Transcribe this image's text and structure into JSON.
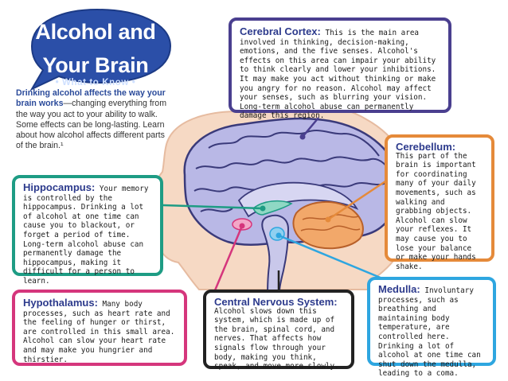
{
  "header": {
    "title_line1": "Alcohol and",
    "title_line2": "Your Brain",
    "subtitle": "• What to Know •"
  },
  "intro": {
    "lead": "Drinking alcohol affects the way your brain works",
    "rest": "—changing everything from the way you act to your ability to walk. Some effects can be long-lasting. Learn about how alcohol affects different parts of the brain.¹"
  },
  "regions": {
    "cortex": {
      "heading": "Cerebral Cortex:",
      "text": "This is the main area involved in thinking, decision-making, emotions, and the five senses. Alcohol's effects on this area can impair your ability to think clearly and lower your inhibitions. It may make you act without thinking or make you angry for no reason. Alcohol may affect your senses, such as blurring your vision. Long-term alcohol abuse can permanently damage this region.",
      "color": "#4a3f8f"
    },
    "cerebellum": {
      "heading": "Cerebellum:",
      "text": "This part of the brain is important for coordinating many of your daily movements, such as walking and grabbing objects. Alcohol can slow your reflexes. It may cause you to lose your balance or make your hands shake.",
      "color": "#e58a3a"
    },
    "hippocampus": {
      "heading": "Hippocampus:",
      "text": "Your memory is controlled by the hippocampus. Drinking a lot of alcohol at one time can cause you to blackout, or forget a period of time. Long-term alcohol abuse can permanently damage the hippocampus, making it difficult for a person to learn.",
      "color": "#1e9c84"
    },
    "hypothalamus": {
      "heading": "Hypothalamus:",
      "text": "Many body processes, such as heart rate and the feeling of hunger or thirst, are controlled in this small area. Alcohol can slow your heart rate and may make you hungrier and thirstier.",
      "color": "#d5367c"
    },
    "cns": {
      "heading": "Central Nervous System:",
      "text": "Alcohol slows down this system, which is made up of the brain, spinal cord, and nerves. That affects how signals flow through your body, making you think, speak, and move more slowly.",
      "color": "#222222"
    },
    "medulla": {
      "heading": "Medulla:",
      "text": "Involuntary processes, such as breathing and maintaining body temperature, are controlled here. Drinking a lot of alcohol at one time can shut down the medulla, leading to a coma.",
      "color": "#2ea6e0"
    }
  },
  "colors": {
    "title_blue": "#2b4fa8",
    "skin": "#f6d9c4",
    "brain": "#b9b8e6",
    "brain_outline": "#3a3a7a",
    "cerebellum_fill": "#f2a86a",
    "medulla_fill": "#8fd0f0",
    "hippocampus_fill": "#8fd8c4"
  },
  "icons": [
    "speech-bubble-shape",
    "human-head-silhouette",
    "brain-illustration"
  ]
}
